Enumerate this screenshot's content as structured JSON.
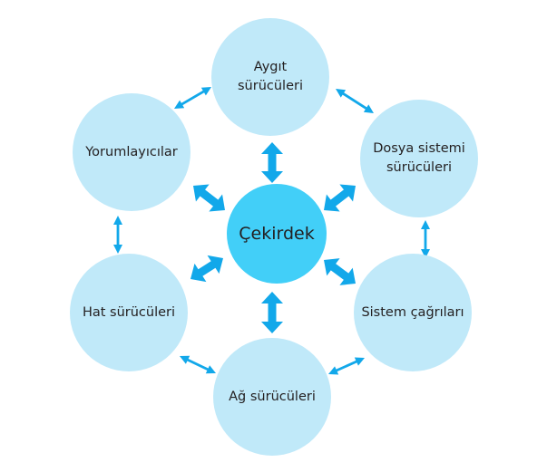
{
  "diagram": {
    "center": {
      "label": "Çekirdek"
    },
    "nodes": [
      {
        "id": "aygit",
        "label": "Aygıt\nsürücüleri"
      },
      {
        "id": "dosya",
        "label": "Dosya sistemi\nsürücüleri"
      },
      {
        "id": "sistem",
        "label": "Sistem çağrıları"
      },
      {
        "id": "ag",
        "label": "Ağ sürücüleri"
      },
      {
        "id": "hat",
        "label": "Hat sürücüleri"
      },
      {
        "id": "yorum",
        "label": "Yorumlayıcılar"
      }
    ],
    "edges": [
      [
        "aygit",
        "dosya"
      ],
      [
        "dosya",
        "sistem"
      ],
      [
        "sistem",
        "ag"
      ],
      [
        "ag",
        "hat"
      ],
      [
        "hat",
        "yorum"
      ],
      [
        "yorum",
        "aygit"
      ],
      [
        "center",
        "aygit"
      ],
      [
        "center",
        "dosya"
      ],
      [
        "center",
        "sistem"
      ],
      [
        "center",
        "ag"
      ],
      [
        "center",
        "hat"
      ],
      [
        "center",
        "yorum"
      ]
    ],
    "colors": {
      "outer": "#c0e9f9",
      "center": "#42cff8",
      "arrow": "#12a8ea",
      "text": "#231f20"
    }
  }
}
